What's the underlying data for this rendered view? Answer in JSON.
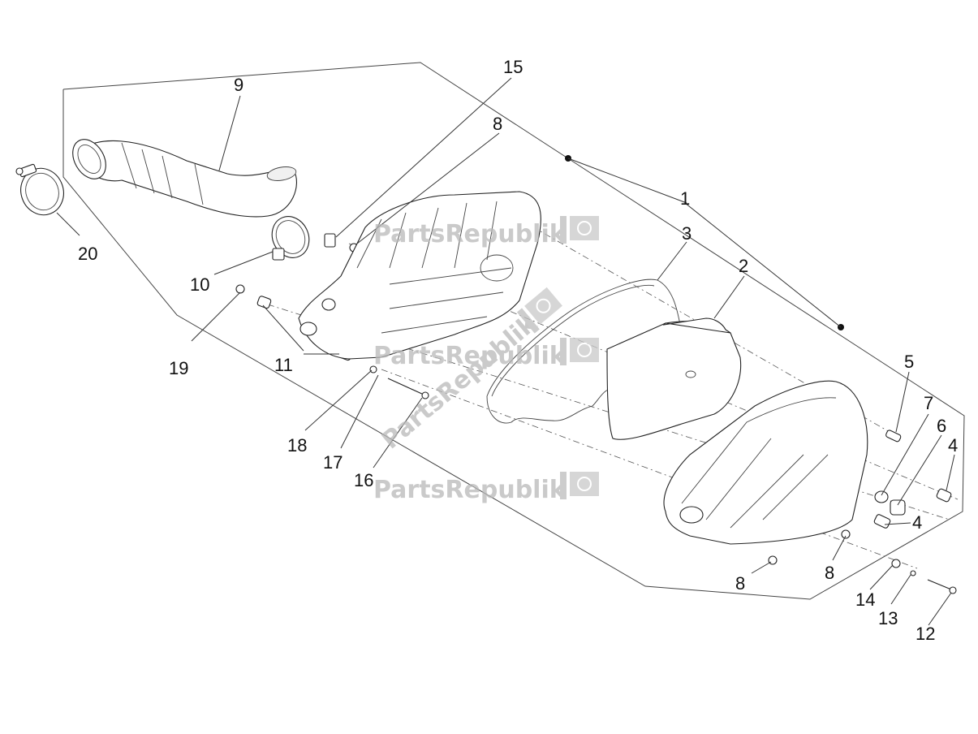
{
  "watermark": {
    "brand_text": "PartsRepublik",
    "logo_icon": "gear-flag-icon"
  },
  "callouts": [
    {
      "id": "c1",
      "label": "1"
    },
    {
      "id": "c2",
      "label": "2"
    },
    {
      "id": "c3",
      "label": "3"
    },
    {
      "id": "c4a",
      "label": "4"
    },
    {
      "id": "c4b",
      "label": "4"
    },
    {
      "id": "c5",
      "label": "5"
    },
    {
      "id": "c6",
      "label": "6"
    },
    {
      "id": "c7",
      "label": "7"
    },
    {
      "id": "c8a",
      "label": "8"
    },
    {
      "id": "c8b",
      "label": "8"
    },
    {
      "id": "c8c",
      "label": "8"
    },
    {
      "id": "c9",
      "label": "9"
    },
    {
      "id": "c10",
      "label": "10"
    },
    {
      "id": "c11",
      "label": "11"
    },
    {
      "id": "c12",
      "label": "12"
    },
    {
      "id": "c13",
      "label": "13"
    },
    {
      "id": "c14",
      "label": "14"
    },
    {
      "id": "c15",
      "label": "15"
    },
    {
      "id": "c16",
      "label": "16"
    },
    {
      "id": "c17",
      "label": "17"
    },
    {
      "id": "c18",
      "label": "18"
    },
    {
      "id": "c19",
      "label": "19"
    },
    {
      "id": "c20",
      "label": "20"
    }
  ]
}
